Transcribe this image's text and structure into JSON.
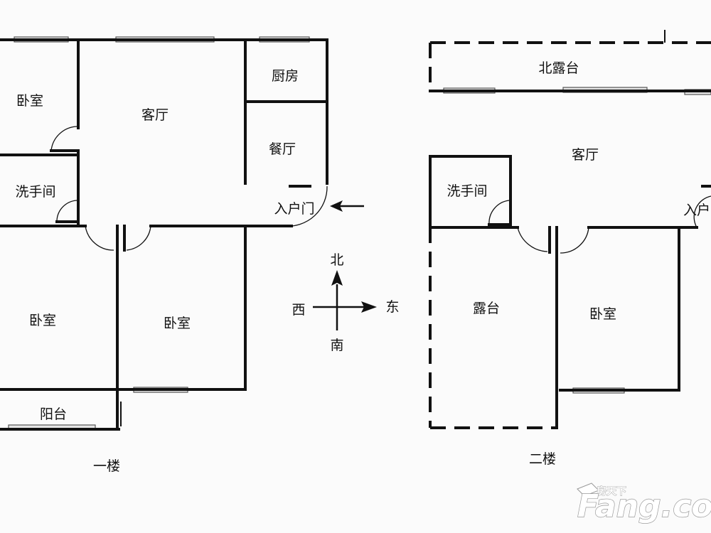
{
  "floor1": {
    "caption": "一楼",
    "rooms": {
      "bedroom_nw": "卧室",
      "living": "客厅",
      "kitchen": "厨房",
      "dining": "餐厅",
      "washroom": "洗手间",
      "entrance": "入户门",
      "bedroom_sw": "卧室",
      "bedroom_s": "卧室",
      "balcony": "阳台"
    }
  },
  "compass": {
    "north": "北",
    "south": "南",
    "east": "东",
    "west": "西"
  },
  "floor2": {
    "caption": "二楼",
    "rooms": {
      "north_terrace": "北露台",
      "living": "客厅",
      "washroom": "洗手间",
      "entrance": "入户",
      "terrace": "露台",
      "bedroom": "卧室"
    }
  },
  "watermark": {
    "brand": "Fang.com",
    "sub": "房天下"
  }
}
